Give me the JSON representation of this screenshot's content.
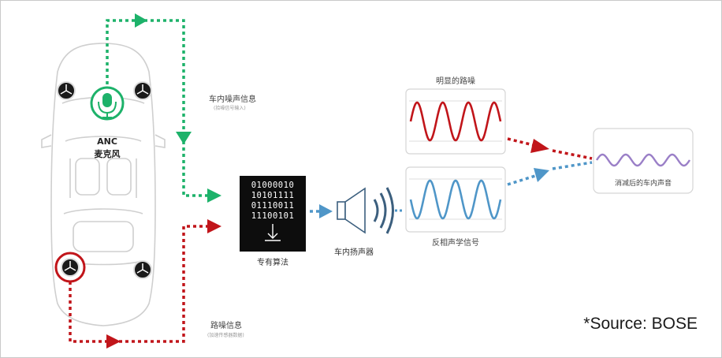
{
  "labels": {
    "anc_top": "ANC",
    "anc_bottom": "麦克风",
    "cabin_noise": "车内噪声信息",
    "cabin_noise_sub": "(拾噪信号输入)",
    "road_noise": "路噪信息",
    "road_noise_sub": "(加速传感器数据)",
    "algorithm": "专有算法",
    "speaker": "车内扬声器",
    "obvious_road_noise": "明显的路噪",
    "anti_phase": "反相声学信号",
    "result": "消减后的车内声音"
  },
  "binary_rows": [
    "01000010",
    "10101111",
    "01110011",
    "11100101"
  ],
  "source": "*Source: BOSE",
  "colors": {
    "green": "#1db26a",
    "red": "#c1151a",
    "blue": "#4f96c8",
    "purple": "#9a7fc7",
    "black": "#0d0d0d"
  }
}
